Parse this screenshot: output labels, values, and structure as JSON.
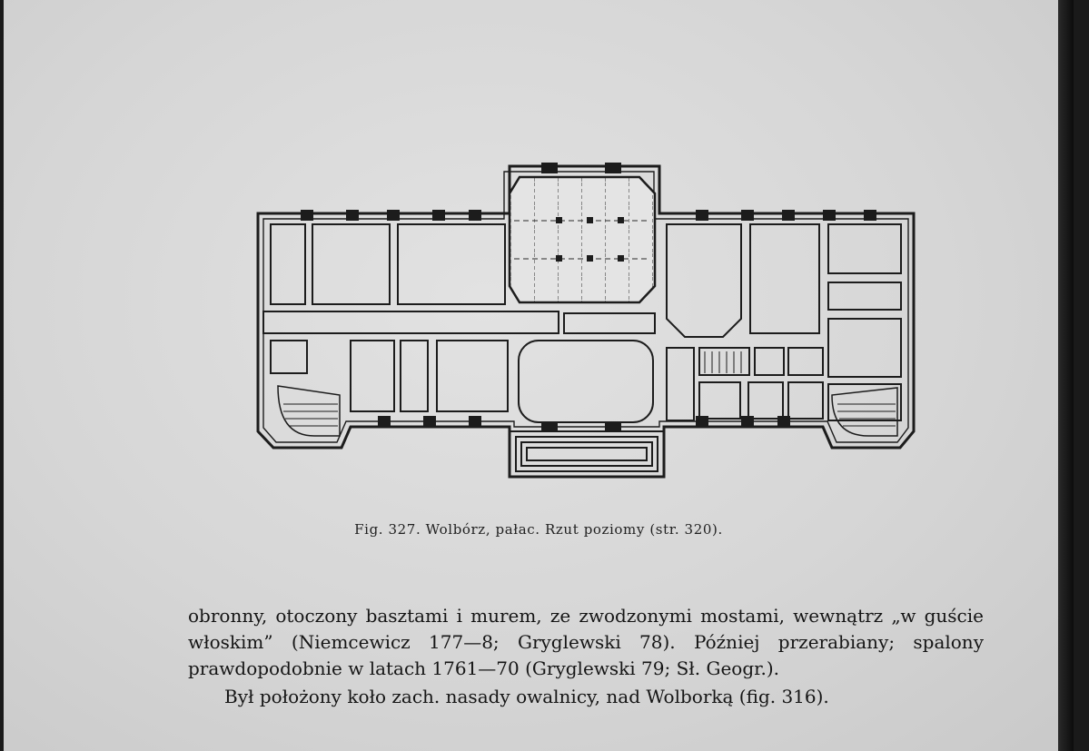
{
  "caption": "Fig. 327.  Wolbórz, pałac.  Rzut poziomy  (str. 320).",
  "paragraphs": [
    "obronny, otoczony basztami i murem, ze zwodzonymi mostami, wewnątrz „w guście włoskim” (Niemcewicz 177—8; Gryglewski 78). Później prze­rabiany; spalony prawdopodobnie w latach 1761—70 (Gryglewski 79; Sł. Geogr.).",
    "Był położony koło zach. nasady owalnicy, nad Wolborką (fig. 316)."
  ]
}
